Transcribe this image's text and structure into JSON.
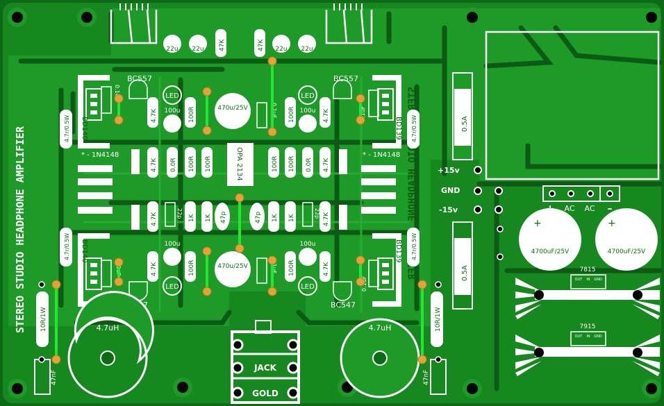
{
  "board": {
    "title": "STEREO STUDIO HEADPHONE AMPLIFIER",
    "mirror_title": "STEREO STUDIO HEADPHONE AMPLIFIER"
  },
  "colors": {
    "board": "#0f6a18",
    "copper": "#1a8f24",
    "silk": "#ffffff",
    "pad": "#e2a43a",
    "jumper": "#22e832",
    "hole": "#050505"
  },
  "transistors": {
    "q1": "BC557",
    "q2": "BC557",
    "q3": "BC547",
    "q4": "BC547",
    "q_top_left": "BD140",
    "q_top_right": "BD139",
    "q_bot_left": "BD140",
    "q_bot_right": "BD139"
  },
  "diodes": {
    "label_left": "* - 1N4148",
    "label_right": "* - 1N4148"
  },
  "resistors": {
    "r47k_a": "47K",
    "r47k_b": "47K",
    "r47k_1": "4.7K",
    "r47k_2": "4.7K",
    "r47k_3": "4.7K",
    "r47k_4": "4.7K",
    "r47k_5": "4.7K",
    "r47k_6": "4.7K",
    "r47k_7": "4.7K",
    "r47k_8": "4.7K",
    "r100r_1": "100R",
    "r100r_2": "100R",
    "r100r_3": "100R",
    "r100r_4": "100R",
    "r100r_5": "100R",
    "r100r_6": "100R",
    "r100r_7": "100R",
    "r100r_8": "100R",
    "r0r_1": "0.0R",
    "r0r_2": "0.0R",
    "r1k_1": "1K",
    "r1k_2": "1K",
    "r1k_3": "1K",
    "r1k_4": "1K",
    "r47_05_1": "4.7r/0.5W",
    "r47_05_2": "4.7r/0.5W",
    "r47_05_3": "4.7r/0.5W",
    "r47_05_4": "4.7r/0.5W",
    "r10r_1": "10R/1W",
    "r10r_2": "10R/1W"
  },
  "capacitors": {
    "c22u_1": "22u",
    "c22u_2": "22u",
    "c22u_3": "22u",
    "c22u_4": "22u",
    "c100u_1": "100u",
    "c100u_2": "100u",
    "c100u_3": "100u",
    "c100u_4": "100u",
    "c470u_1": "470u/25V",
    "c470u_2": "470u/25V",
    "c01u_1": "0.1uF",
    "c01u_2": "0.1uF",
    "c01u_3": "0.1uF",
    "c01u_4": "0.1uF",
    "c01u_5": "0.1uF",
    "c01u_6": "0.1uF",
    "c47p_1": "47p",
    "c47p_2": "47p",
    "c22p_1": "22p",
    "c22p_2": "22p",
    "c47n_1": "47nF",
    "c47n_2": "47nF",
    "c4700_1": "4700uF/25V",
    "c4700_2": "4700uF/25V"
  },
  "led": {
    "l1": "LED",
    "l2": "LED",
    "l3": "LED",
    "l4": "LED"
  },
  "ic": {
    "opamp": "OPA 2134"
  },
  "inductors": {
    "l_left": "4.7uH",
    "l_right": "4.7uH"
  },
  "fuses": {
    "f1": "0.5A",
    "f2": "0.5A"
  },
  "rails": {
    "plus": "+15v",
    "gnd": "GND",
    "minus": "-15v"
  },
  "power_header": {
    "plus": "+",
    "ac1": "AC",
    "ac2": "AC",
    "minus": "–"
  },
  "regulators": {
    "r7815": "7815",
    "r7915": "7915",
    "pin_out": "OUT",
    "pin_in": "IN",
    "pin_gnd": "GND"
  },
  "jack": {
    "line1": "JACK",
    "line2": "GOLD"
  }
}
